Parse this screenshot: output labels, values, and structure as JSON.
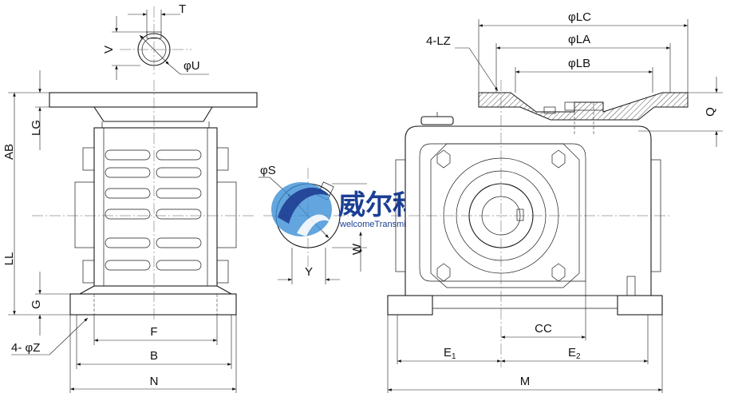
{
  "labels": {
    "T": "T",
    "V": "V",
    "U": "φU",
    "AB": "AB",
    "LG": "LG",
    "LL": "LL",
    "G": "G",
    "F": "F",
    "B": "B",
    "N": "N",
    "Z": "4- φZ",
    "S": "φS",
    "W": "W",
    "Y": "Y",
    "LC": "φLC",
    "LA": "φLA",
    "LB": "φLB",
    "LZ": "4-LZ",
    "Q": "Q",
    "CC": "CC",
    "E1": "E",
    "E1_sub": "1",
    "E2": "E",
    "E2_sub": "2",
    "M": "M"
  },
  "watermark": {
    "name_cn": "威尔科",
    "name_en": "welcomeTransmission",
    "reg": "®",
    "colors": {
      "blue": "#1b3f95",
      "light": "#3d8fd6"
    }
  }
}
